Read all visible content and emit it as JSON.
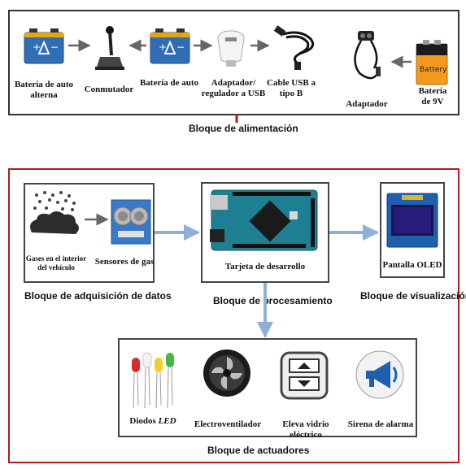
{
  "power_block": {
    "title": "Bloque de alimentación",
    "items": {
      "alt_battery": "Batería de auto alterna",
      "switch": "Conmutador",
      "car_battery": "Batería de auto",
      "usb_adapter": "Adaptador/ regulador a USB",
      "usb_cable": "Cable USB a tipo B",
      "adapter": "Adaptador",
      "battery_9v": "Batería de 9V"
    }
  },
  "acquisition_block": {
    "title": "Bloque de adquisición de datos",
    "gases": "Gases en el interior del vehículo",
    "sensors": "Sensores de gas"
  },
  "processing_block": {
    "title": "Bloque de procesamiento",
    "board": "Tarjeta de desarrollo"
  },
  "display_block": {
    "title": "Bloque de visualización",
    "oled": "Pantalla OLED"
  },
  "actuators_block": {
    "title": "Bloque de actuadores",
    "leds_prefix": "Diodos ",
    "leds_em": "LED",
    "fan": "Electroventilador",
    "window": "Eleva vidrio eléctrico",
    "siren": "Sirena de alarma"
  },
  "colors": {
    "power_border": "#333333",
    "system_border": "#b01c1c",
    "arrow_gray": "#666666",
    "arrow_blue": "#8fb0d6",
    "arrow_red": "#b01c1c"
  }
}
